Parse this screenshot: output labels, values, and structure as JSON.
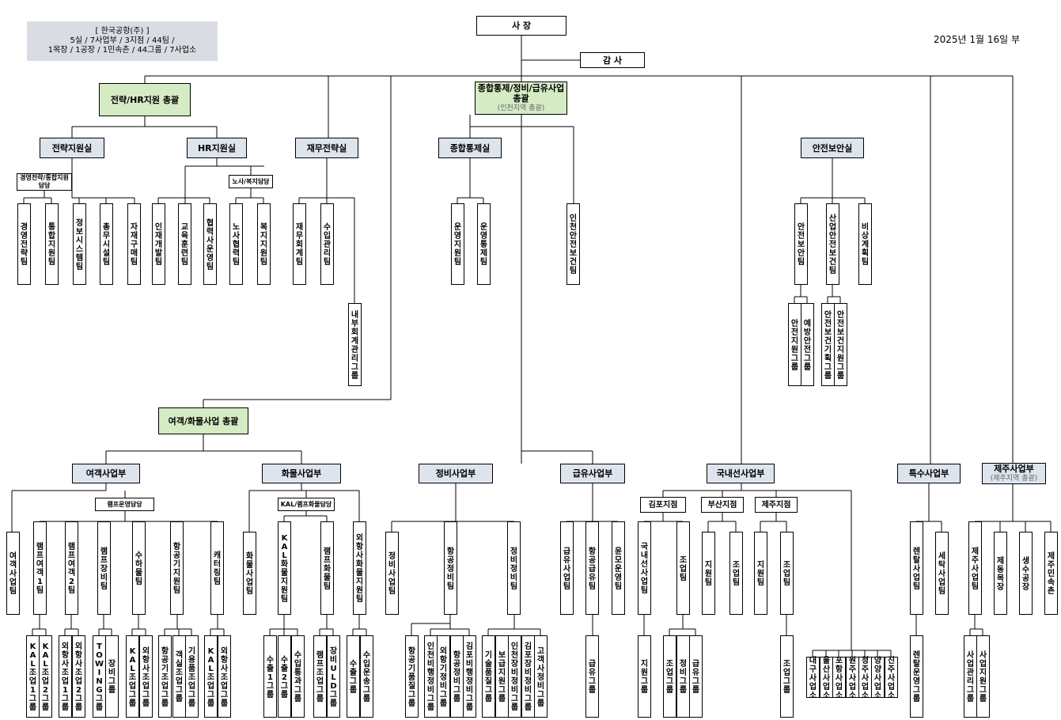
{
  "header": {
    "company": "[ 한국공항(주) ]",
    "summary_line1": "5실 / 7사업부 / 3지점 / 44팀 /",
    "summary_line2": "1목장 / 1공장 / 1민속촌 / 44그룹 / 7사업소",
    "date": "2025년 1월 16일 부"
  },
  "boxes": {
    "ceo": "사 장",
    "audit": "감 사",
    "strategy_hq": "전략/HR지원 총괄",
    "ops_hq": "종합통제/정비/급유사업 총괄",
    "ops_hq_sub": "(인천지역 총괄)",
    "pax_hq": "여객/화물사업 총괄",
    "strategy_office": "전략지원실",
    "hr_office": "HR지원실",
    "finance_office": "재무전략실",
    "control_office": "종합통제실",
    "safety_office": "안전보안실",
    "mgmt_planning": "경영전략/통합지원담당",
    "labor_welfare": "노사/복지담당",
    "ramp_ops": "램프운영담당",
    "kal_ramp_cargo": "KAL/램프화물담당",
    "pax_div": "여객사업부",
    "cargo_div": "화물사업부",
    "maint_div": "정비사업부",
    "fuel_div": "급유사업부",
    "domestic_div": "국내선사업부",
    "special_div": "특수사업부",
    "jeju_div": "제주사업부",
    "jeju_div_sub": "(제주지역 총괄)",
    "gimpo": "김포지점",
    "busan": "부산지점",
    "jeju_branch": "제주지점"
  },
  "teams": [
    "경영전략팀",
    "통합지원팀",
    "정보시스템팀",
    "총무시설팀",
    "자재구매팀",
    "인재개발팀",
    "교육훈련팀",
    "협력사운영팀",
    "노사협력팀",
    "복지지원팀",
    "재무회계팀",
    "수입관리팀",
    "내부회계관리그룹",
    "운영지원팀",
    "운영통제팀",
    "인천안전보건팀",
    "안전보안팀",
    "산업안전보건팀",
    "비상계획팀",
    "안전지원그룹",
    "예방안전그룹",
    "안전보건기획그룹",
    "안전보건지원그룹",
    "여객사업팀",
    "램프여객1팀",
    "램프여객2팀",
    "램프장비팀",
    "수하물팀",
    "항공기지원팀",
    "캐터링팀",
    "KAL조업1그룹",
    "KAL조업2그룹",
    "외항사조업1그룹",
    "외항사조업2그룹",
    "TOWING그룹",
    "장비그룹",
    "KAL조업그룹",
    "외항사조업그룹",
    "항공기조업그룹",
    "객실조업그룹",
    "기용품조업그룹",
    "KAL조업그룹",
    "외항사조업그룹",
    "화물사업팀",
    "KAL화물지원팀",
    "램프화물팀",
    "외항사화물지원팀",
    "수출1그룹",
    "수출2그룹",
    "수입통과그룹",
    "램프조업그룹",
    "장비ULD그룹",
    "수출그룹",
    "수입운송그룹",
    "정비사업팀",
    "항공정비팀",
    "정비정비팀",
    "항공기품질그룹",
    "인천비행정비그룹",
    "외항기정비그룹",
    "항공정비그룹",
    "김포비행정비그룹",
    "기술품질그룹",
    "보급지원그룹",
    "인천장비정비그룹",
    "김포장비정비그룹",
    "고객사정비그룹",
    "급유사업팀",
    "항공급유팀",
    "윤모운영팀",
    "급유그룹",
    "국내선사업팀",
    "조업팀",
    "지원팀",
    "조업팀",
    "지원팀",
    "조업팀",
    "지원그룹",
    "조업그룹",
    "정비그룹",
    "급유그룹",
    "조업그룹",
    "대구사업소",
    "울산사업소",
    "포항사업소",
    "원주사업소",
    "청주사업소",
    "양양사업소",
    "진주사업소",
    "렌탈사업팀",
    "세탁사업팀",
    "렌탈운영그룹",
    "제주사업팀",
    "제동목장",
    "생수공장",
    "제주민속촌",
    "사업관리그룹",
    "사업지원그룹"
  ]
}
